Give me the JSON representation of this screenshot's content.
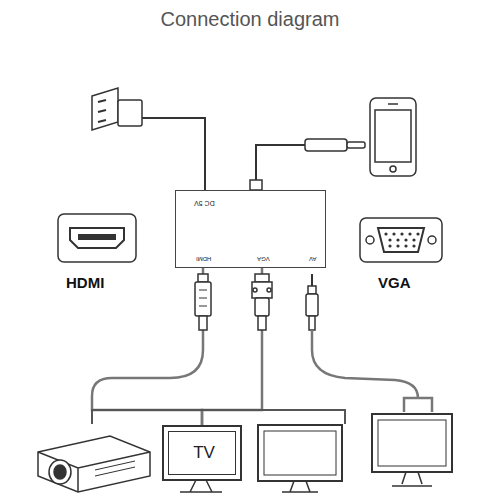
{
  "diagram": {
    "title": "Connection diagram",
    "nodes": [
      {
        "text": [
          "DC 5V",
          "HDMI",
          "VGA",
          "AV"
        ]
      },
      {
        "text": [
          "TV"
        ]
      }
    ],
    "edges": [
      {
        "from": 0,
        "to": 1,
        "arrow": "none"
      },
      {
        "from": 0,
        "to": 1,
        "arrow": "none"
      }
    ],
    "labels": [
      "HDMI",
      "VGA"
    ]
  }
}
